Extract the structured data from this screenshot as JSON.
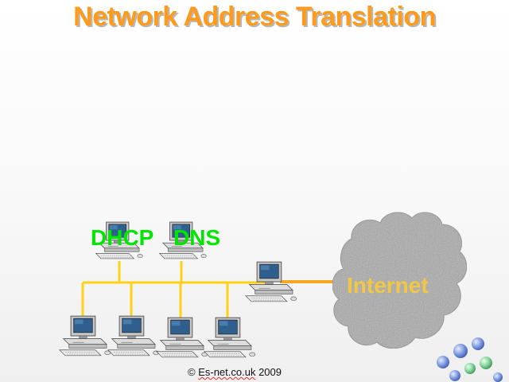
{
  "slide": {
    "title": "Network Address Translation"
  },
  "servers": {
    "dhcp": "DHCP",
    "dns": "DNS"
  },
  "cloud": {
    "label": "Internet"
  },
  "footer": {
    "copyright_prefix": "© ",
    "copyright_site": "Es-net.co.uk",
    "copyright_year": " 2009"
  },
  "colors": {
    "title": "#ff9a1a",
    "server_label": "#00e600",
    "cloud_label": "#ffcc33",
    "lan_cable": "#ffd21a",
    "wan_cable": "#f5a623",
    "cloud_fill": "#a9a9a9"
  }
}
